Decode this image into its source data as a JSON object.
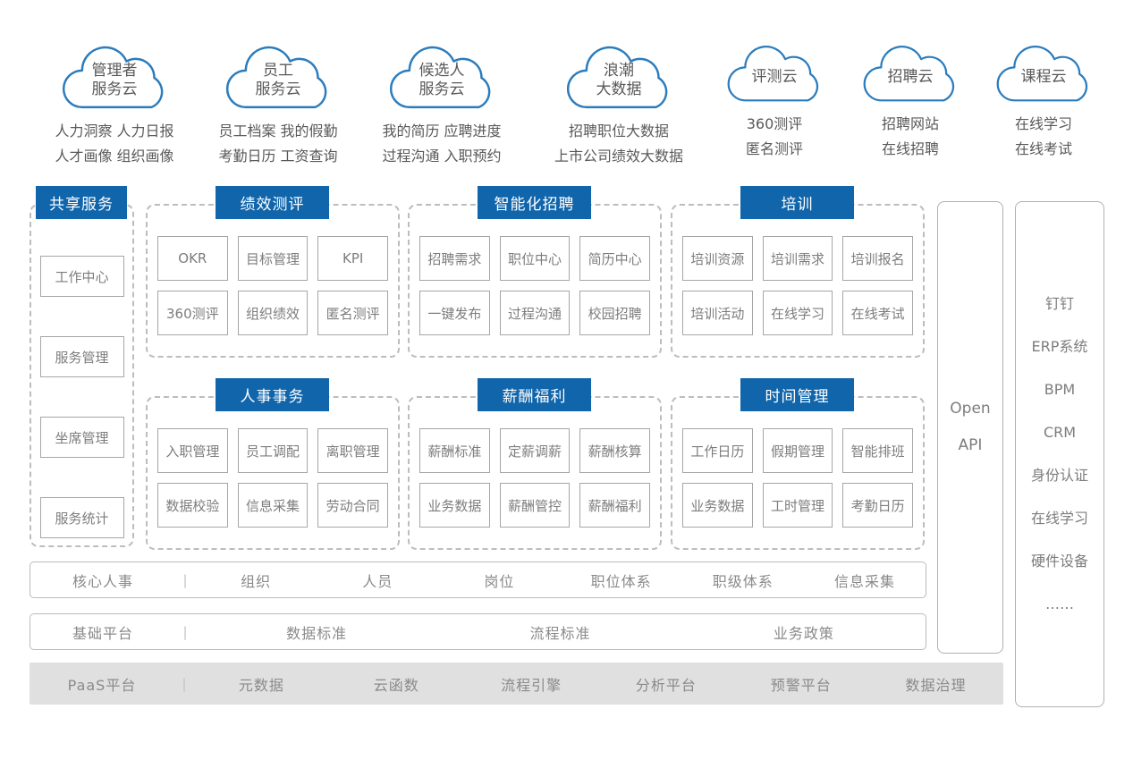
{
  "colors": {
    "accent_blue": "#1065ab",
    "cloud_stroke": "#2b7cbd",
    "paas_bar_gray": "#e0e0e0",
    "text_gray": "#7d7d7d"
  },
  "clouds": [
    {
      "label": "管理者\n服务云",
      "lines": [
        "人力洞察  人力日报",
        "人才画像  组织画像"
      ]
    },
    {
      "label": "员工\n服务云",
      "lines": [
        "员工档案  我的假勤",
        "考勤日历  工资查询"
      ]
    },
    {
      "label": "候选人\n服务云",
      "lines": [
        "我的简历  应聘进度",
        "过程沟通  入职预约"
      ]
    },
    {
      "label": "浪潮\n大数据",
      "lines": [
        "招聘职位大数据",
        "上市公司绩效大数据"
      ]
    },
    {
      "label": "评测云",
      "lines": [
        "360测评",
        "匿名测评"
      ]
    },
    {
      "label": "招聘云",
      "lines": [
        "招聘网站",
        "在线招聘"
      ]
    },
    {
      "label": "课程云",
      "lines": [
        "在线学习",
        "在线考试"
      ]
    }
  ],
  "shared": {
    "title": "共享服务",
    "items": [
      "工作中心",
      "服务管理",
      "坐席管理",
      "服务统计"
    ]
  },
  "groups": [
    {
      "title": "绩效测评",
      "items": [
        "OKR",
        "目标管理",
        "KPI",
        "360测评",
        "组织绩效",
        "匿名测评"
      ]
    },
    {
      "title": "智能化招聘",
      "items": [
        "招聘需求",
        "职位中心",
        "简历中心",
        "一键发布",
        "过程沟通",
        "校园招聘"
      ]
    },
    {
      "title": "培训",
      "items": [
        "培训资源",
        "培训需求",
        "培训报名",
        "培训活动",
        "在线学习",
        "在线考试"
      ]
    },
    {
      "title": "人事事务",
      "items": [
        "入职管理",
        "员工调配",
        "离职管理",
        "数据校验",
        "信息采集",
        "劳动合同"
      ]
    },
    {
      "title": "薪酬福利",
      "items": [
        "薪酬标准",
        "定薪调薪",
        "薪酬核算",
        "业务数据",
        "薪酬管控",
        "薪酬福利"
      ]
    },
    {
      "title": "时间管理",
      "items": [
        "工作日历",
        "假期管理",
        "智能排班",
        "业务数据",
        "工时管理",
        "考勤日历"
      ]
    }
  ],
  "platform_rows": [
    {
      "label": "核心人事",
      "divider": "|",
      "items": [
        "组织",
        "人员",
        "岗位",
        "职位体系",
        "职级体系",
        "信息采集"
      ]
    },
    {
      "label": "基础平台",
      "divider": "|",
      "items": [
        "数据标准",
        "流程标准",
        "业务政策"
      ]
    },
    {
      "label": "PaaS平台",
      "divider": "|",
      "items": [
        "元数据",
        "云函数",
        "流程引擎",
        "分析平台",
        "预警平台",
        "数据治理"
      ]
    }
  ],
  "open_api": {
    "label": "Open\nAPI"
  },
  "external": {
    "items": [
      "钉钉",
      "ERP系统",
      "BPM",
      "CRM",
      "身份认证",
      "在线学习",
      "硬件设备",
      "……"
    ]
  }
}
